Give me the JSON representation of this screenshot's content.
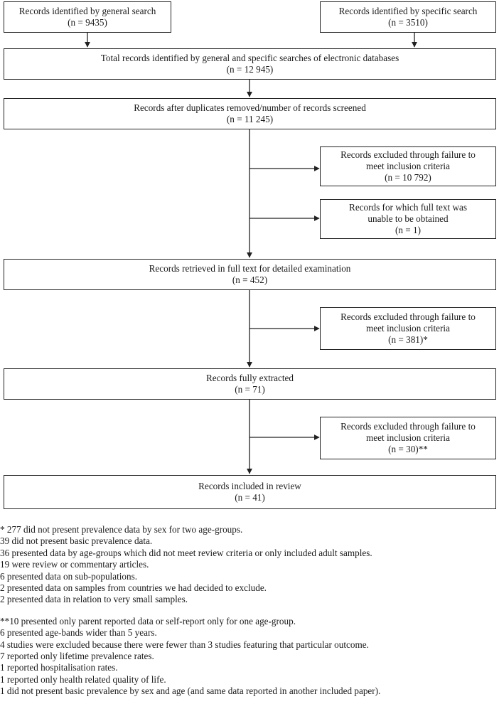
{
  "boxes": {
    "general_search": {
      "lines": [
        "Records identified by general search",
        "(n = 9435)"
      ]
    },
    "specific_search": {
      "lines": [
        "Records identified by specific search",
        "(n = 3510)"
      ]
    },
    "total_identified": {
      "lines": [
        "Total records identified by general and specific searches of electronic databases",
        "(n = 12 945)"
      ]
    },
    "after_duplicates": {
      "lines": [
        "Records after duplicates removed/number of records screened",
        "(n = 11 245)"
      ]
    },
    "excluded_screening": {
      "lines": [
        "Records excluded through failure to",
        "meet inclusion criteria",
        "(n = 10 792)"
      ]
    },
    "full_text_unobtained": {
      "lines": [
        "Records for which full text was",
        "unable to be obtained",
        "(n = 1)"
      ]
    },
    "full_text_retrieved": {
      "lines": [
        "Records retrieved in full text for detailed examination",
        "(n = 452)"
      ]
    },
    "excluded_full_text": {
      "lines": [
        "Records excluded through failure to",
        "meet inclusion criteria",
        "(n = 381)*"
      ]
    },
    "fully_extracted": {
      "lines": [
        "Records fully extracted",
        "(n = 71)"
      ]
    },
    "excluded_extraction": {
      "lines": [
        "Records excluded through failure to",
        "meet inclusion criteria",
        "(n = 30)**"
      ]
    },
    "included": {
      "lines": [
        "Records included in review",
        "(n = 41)"
      ]
    }
  },
  "notes_single": [
    "* 277 did not present prevalence data by sex for two age-groups.",
    "39 did not present basic prevalence data.",
    "36 presented data by age-groups which did not meet review criteria or only included adult samples.",
    "19 were review or commentary articles.",
    "6 presented data on sub-populations.",
    "2 presented data on samples from countries we had decided to exclude.",
    "2 presented data in relation to very small samples."
  ],
  "notes_double": [
    "**10 presented only parent reported data or self-report only for one age-group.",
    "6 presented age-bands wider than 5 years.",
    "4 studies were excluded because there were fewer than 3 studies featuring that particular outcome.",
    "7 reported only lifetime prevalence rates.",
    "1 reported hospitalisation rates.",
    "1 reported only health related quality of life.",
    "1 did not present basic prevalence by sex and age (and same data reported in another included paper)."
  ]
}
